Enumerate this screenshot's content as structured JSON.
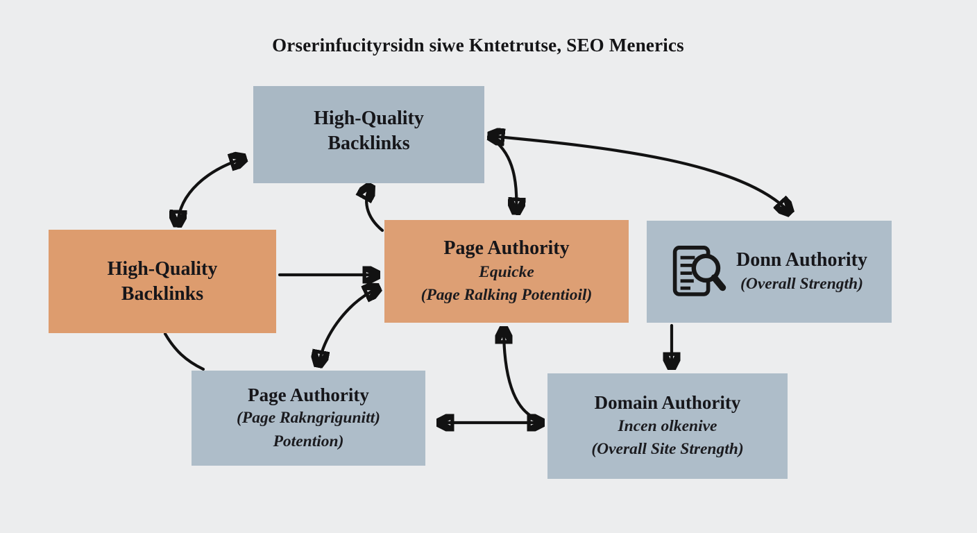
{
  "title": "Orserinfucityrsidn siwe Kntetrutse, SEO Menerics",
  "colors": {
    "background": "#ecedee",
    "box_blue": "#a9b8c4",
    "box_blue_light": "#aebdc9",
    "box_orange": "#dd9c6e",
    "arrow": "#121212",
    "text": "#1a1a1c"
  },
  "boxes": {
    "top_backlinks": {
      "line1": "High-Quality",
      "line2": "Backlinks"
    },
    "left_backlinks": {
      "line1": "High-Quality",
      "line2": "Backlinks"
    },
    "center_page_authority": {
      "title": "Page Authority",
      "subtitle1": "Equicke",
      "subtitle2": "(Page Ralking Potentioil)"
    },
    "right_domain_authority": {
      "icon": "document-magnifier-icon",
      "title": "Donn Authority",
      "subtitle1": "(Overall Strength)"
    },
    "bottom_left_page_authority": {
      "title": "Page Authority",
      "subtitle1": "(Page Rakngrigunitt)",
      "subtitle2": "Potention)"
    },
    "bottom_right_domain_authority": {
      "title": "Domain Authority",
      "subtitle1": "Incen olkenive",
      "subtitle2": "(Overall Site Strength)"
    }
  }
}
